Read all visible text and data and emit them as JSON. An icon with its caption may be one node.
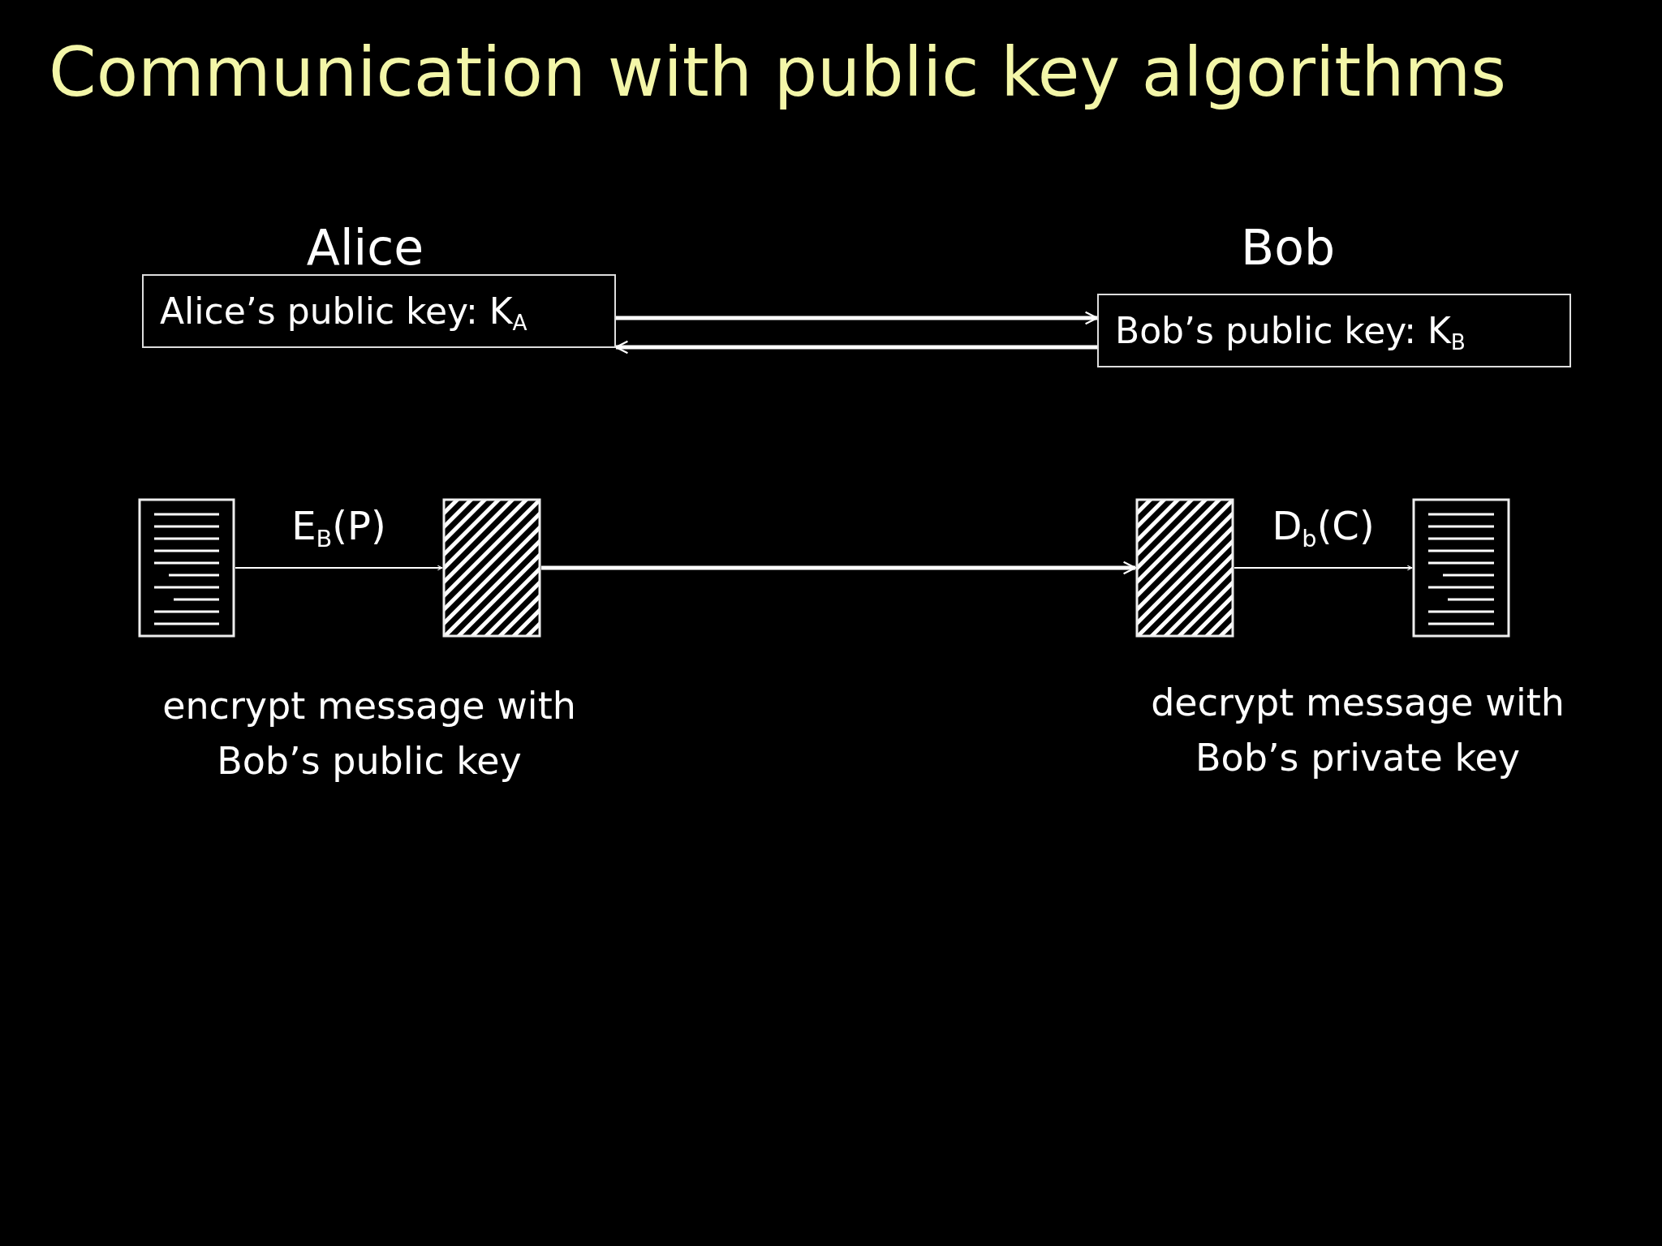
{
  "diagram": {
    "title": "Communication with public key algorithms",
    "nodes": [
      {
        "text": [
          "Alice’s public key: K$_{A}$"
        ]
      },
      {
        "text": [
          "Bob’s public key: K$_{B}$"
        ]
      },
      {
        "text": [],
        "shape": "document"
      },
      {
        "text": [],
        "shape": "hatched-document"
      },
      {
        "text": [],
        "shape": "hatched-document"
      },
      {
        "text": [],
        "shape": "document"
      }
    ],
    "edges": [
      {
        "from": 0,
        "to": 1,
        "arrow": "to"
      },
      {
        "from": 1,
        "to": 0,
        "arrow": "to"
      },
      {
        "from": 2,
        "to": 3,
        "arrow": "to",
        "label": "E$_{B}$(P)"
      },
      {
        "from": 3,
        "to": 4,
        "arrow": "to"
      },
      {
        "from": 4,
        "to": 5,
        "arrow": "to",
        "label": "D$_{b}$(C)"
      }
    ],
    "labels": [
      "Alice",
      "Bob",
      "encrypt message with Bob’s public key",
      "decrypt message with Bob’s private key"
    ]
  }
}
